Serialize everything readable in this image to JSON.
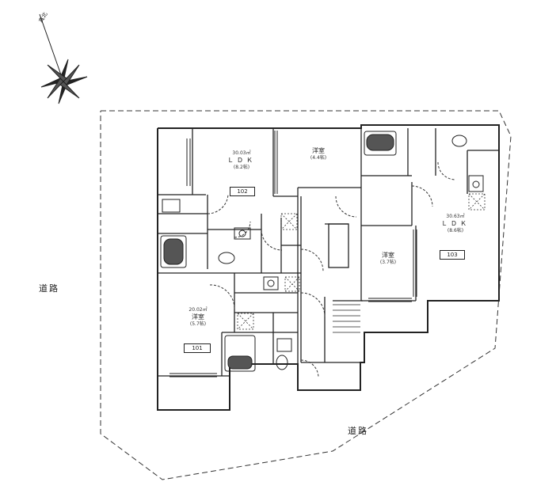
{
  "compass": {
    "label": "真北"
  },
  "roads": {
    "west": "道路",
    "south": "道路"
  },
  "units": {
    "u102": {
      "area": "30.03㎡",
      "room": "ＬＤＫ",
      "tatami": "(8.2帖)",
      "number": "102"
    },
    "u102_western": {
      "room": "洋室",
      "tatami": "(4.4帖)"
    },
    "u101": {
      "area": "20.02㎡",
      "room": "洋室",
      "tatami": "(5.7帖)",
      "number": "101"
    },
    "u103": {
      "area": "30.63㎡",
      "room": "ＬＤＫ",
      "tatami": "(8.6帖)",
      "number": "103"
    },
    "u103_western": {
      "room": "洋室",
      "tatami": "(3.7帖)"
    }
  },
  "colors": {
    "line": "#222222",
    "dashed": "#333333",
    "background": "#ffffff"
  }
}
